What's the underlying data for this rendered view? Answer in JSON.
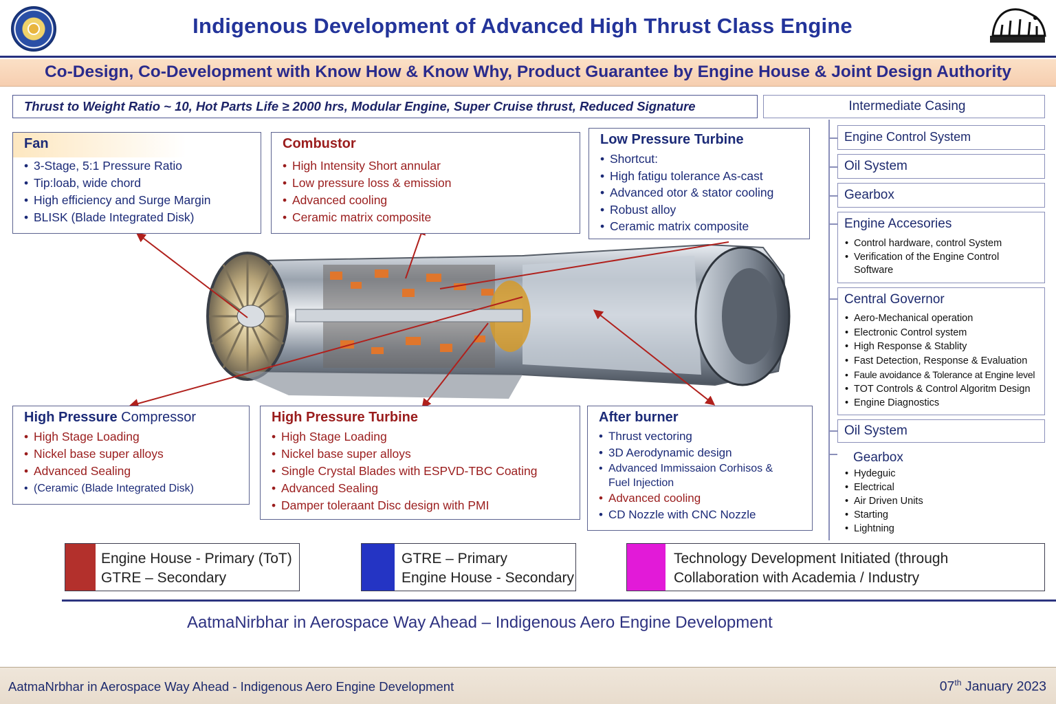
{
  "header": {
    "title": "Indigenous Development of Advanced High Thrust Class Engine",
    "left_logo": "drdo-logo",
    "right_logo": "make-in-india-lion-emblem"
  },
  "subtitle": "Co-Design, Co-Development with Know How & Know Why, Product Guarantee by Engine House & Joint Design Authority",
  "specs": "Thrust to Weight Ratio ~ 10, Hot Parts Life  ≥  2000 hrs, Modular Engine, Super Cruise thrust, Reduced Signature",
  "modules": {
    "fan": {
      "title": "Fan",
      "items": [
        "3-Stage, 5:1 Pressure Ratio",
        "Tip:loab, wide chord",
        "High efficiency and Surge Margin",
        "BLISK (Blade Integrated Disk)"
      ]
    },
    "combustor": {
      "title": "Combustor",
      "items": [
        "High Intensity Short annular",
        "Low pressure loss & emission",
        "Advanced cooling",
        "Ceramic matrix composite"
      ]
    },
    "lpt": {
      "title": "Low Pressure Turbine",
      "items": [
        "Shortcut:",
        "High fatigu tolerance As-cast",
        "Advanced otor & stator cooling",
        "Robust alloy",
        "Ceramic matrix composite"
      ]
    },
    "hpc": {
      "title_bold": "High Pressure",
      "title_rest": " Compressor",
      "items": [
        "High Stage Loading",
        "Nickel base super alloys",
        "Advanced Sealing",
        "(Ceramic (Blade Integrated Disk)"
      ]
    },
    "hpt": {
      "title": "High Pressure Turbine",
      "items": [
        "High Stage Loading",
        "Nickel base super alloys",
        "Single Crystal Blades with ESPVD-TBC Coating",
        "Advanced Sealing",
        "Damper toleraant Disc design with PMI"
      ]
    },
    "afterburner": {
      "title": "After burner",
      "items": [
        "Thrust vectoring",
        "3D Aerodynamic design",
        "Advanced Immissaion Corhisos & Fuel Injection",
        "Advanced cooling",
        "CD Nozzle with CNC Nozzle"
      ]
    }
  },
  "right_column": {
    "intermediate_casing": "Intermediate Casing",
    "engine_control": "Engine Control System",
    "oil_system_1": "Oil System",
    "gearbox_1": "Gearbox",
    "accessories": {
      "title": "Engine Accesories",
      "items": [
        "Control hardware, control System",
        "Verification of the Engine Control Software"
      ]
    },
    "governor": {
      "title": "Central Governor",
      "items": [
        "Aero-Mechanical operation",
        "Electronic Control system",
        "High Response & Stablity",
        "Fast Detection, Response & Evaluation",
        "Faule avoidance & Tolerance at Engine level",
        "TOT Controls & Control Algoritm Design",
        "Engine Diagnostics"
      ]
    },
    "oil_system_2": "Oil System",
    "gearbox_2": {
      "title": "Gearbox",
      "items": [
        "Hydeguic",
        "Electrical",
        "Air Driven Units",
        "Starting",
        "Lightning"
      ]
    }
  },
  "legend": [
    {
      "color": "#b3302c",
      "line1": "Engine House - Primary (ToT)",
      "line2": "GTRE – Secondary"
    },
    {
      "color": "#2434c4",
      "line1": "GTRE – Primary",
      "line2": "Engine House - Secondary"
    },
    {
      "color": "#e21ad8",
      "line1": "Technology Development Initiated (through",
      "line2": "Collaboration with Academia / Industry"
    }
  ],
  "slogan": "AatmaNirbhar in Aerospace Way Ahead – Indigenous Aero Engine Development",
  "footer": {
    "left": "AatmaNrbhar in Aerospace Way Ahead - Indigenous Aero Engine Development",
    "date_day": "07",
    "date_sup": "th",
    "date_rest": " January 2023"
  },
  "colors": {
    "navy": "#1b2a77",
    "red": "#9a1d1d",
    "arrow": "#b0201c"
  }
}
